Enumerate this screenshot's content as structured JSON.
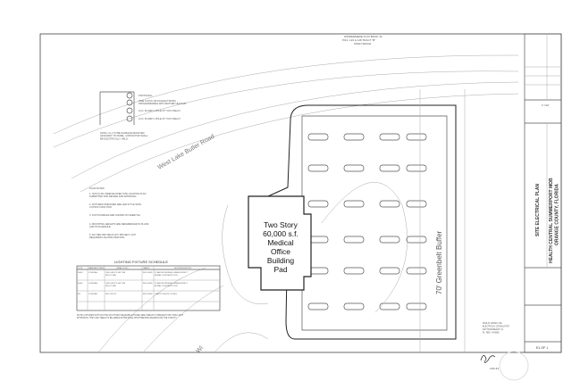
{
  "title_block": {
    "sheet_title": "SITE ELECTRICAL PLAN",
    "project_name": "HEALTH CENTRAL SUMMERPORT MOB",
    "project_location": "ORANGE COUNTY, FLORIDA",
    "sheet_number": "E1 OF 1",
    "scale": "1\"=40'"
  },
  "plan_labels": {
    "road_north": "West Lake Butler Road",
    "road_south": "Wi",
    "buffer": "70' Greenbelt Buffer",
    "building": [
      "Two Story",
      "60,000 s.f.",
      "Medical",
      "Office",
      "Building",
      "Pad"
    ],
    "open_space": [
      "WINDERMERE PLAT BOOK 34",
      "PGS. 126 & 128 TRACT \"B\"",
      "OPEN SPACE"
    ]
  },
  "control_diagram": {
    "items": [
      "PHOTOCELL",
      "TIME CLOCK OR AN ELECTRONIC PROGRAMMABLE WITH BATTERY BACKUP",
      "LCO, 30 AMP 2 POLE 277 VOLT RELAY",
      "LCO, 30 AMP 2 POLE 277 VOLT RELAY"
    ],
    "note": "NOTE: LC-1 TO BE SURFACE MOUNTED ADJACENT TO PANEL. CONTACTOR SHALL BE ELECTRICALLY HELD."
  },
  "plan_notes": [
    "PLAN NOTES:",
    "1. THIS IS AN UNDEVELOPED SITE LIGHTING PLAN SUBMITTED FOR REVIEW AND APPROVAL.",
    "2. FIXTURES SPECIFIED ARE LED STYLE WITH CUTOFF FUNCTION.",
    "3. FOOTCANDLES ARE SHOWN ON SHEET E2.",
    "4. MOUNTING HEIGHTS ARE REFERENCED IN PLANS AND IN SCHEDULE.",
    "5. DO TIED WAY BE IN ANY PROJECT, ANY REQUIRED LIGHTING PER SITE."
  ],
  "fixture_schedule": {
    "title": "LIGHTING FIXTURE SCHEDULE",
    "headers": [
      "TYPE",
      "MANUFACTURER",
      "CATALOG NO.",
      "LAMPS",
      "MOUNTING/NOTES"
    ],
    "rows": [
      [
        "SLA-1",
        "LITHONIA",
        "DSX0 LED P3 40K T4M MVOLT SPA",
        "INCLUDED",
        "25' ABOVE FINISHED GRADE DIRECT BURIAL CONCRETE POLE"
      ],
      [
        "SLA-2",
        "LITHONIA",
        "DSX0 LED P3 40K T5M MVOLT SPA",
        "INCLUDED",
        "25' ABOVE FINISHED GRADE DIRECT BURIAL CONCRETE POLE"
      ],
      [
        "WL",
        "LITHONIA",
        "WST LED P1",
        "INCLUDED",
        "CANOPY MOUNT 12' AFG"
      ]
    ],
    "note": "NOTE: FIXTURES WITH ON THE SOUTH MAY REQUIRE A HOUSE SIDE SHIELD TO PREVENT OFF SITE LIGHT INTRUSION. THEY MAY NEED TO BE ADDED AFTER FINAL PHOTOMETRIC REVIEW FOR THE COUNTY."
  },
  "engineer_stamp": [
    "PAUL B. ESTES, P.E.",
    "ELECTRICAL CONSULTANT",
    "DAYTONA BEACH, FL",
    "FL. REG. 44 6865"
  ],
  "signature_date": "4.21.21"
}
